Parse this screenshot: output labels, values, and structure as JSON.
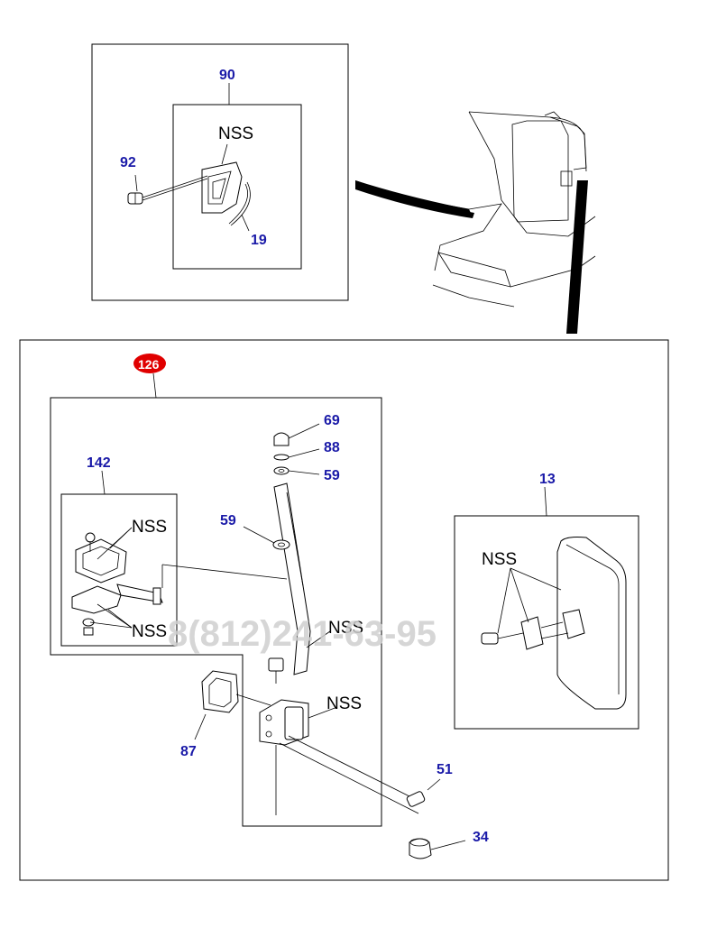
{
  "callouts": {
    "n90": "90",
    "n92": "92",
    "n19": "19",
    "n126": "126",
    "n142": "142",
    "n69": "69",
    "n88": "88",
    "n59a": "59",
    "n59b": "59",
    "n13": "13",
    "n87": "87",
    "n51": "51",
    "n34": "34"
  },
  "nss_labels": {
    "top": "NSS",
    "bracket_upper": "NSS",
    "bracket_lower": "NSS",
    "mirror": "NSS",
    "arm_upper": "NSS",
    "hinge": "NSS"
  },
  "watermark": "8(812)241-63-95",
  "colors": {
    "callout": "#1a1aa8",
    "badge": "#e00000",
    "line": "#000000"
  }
}
